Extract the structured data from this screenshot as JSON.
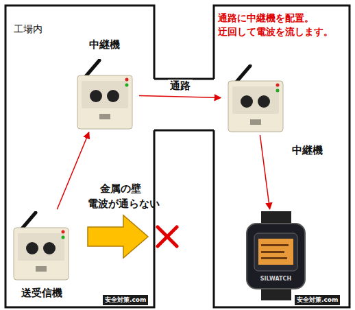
{
  "diagram": {
    "nodes": [
      {
        "text": [
          "中継機"
        ]
      },
      {
        "text": [
          "中継機"
        ]
      },
      {
        "text": [
          "送受信機"
        ]
      },
      {
        "text": [
          "SILWATCH"
        ]
      }
    ],
    "edges": [
      {
        "from": 2,
        "to": 0,
        "arrow": "to"
      },
      {
        "from": 0,
        "to": 1,
        "label": "通路",
        "arrow": "to"
      },
      {
        "from": 1,
        "to": 3,
        "arrow": "to"
      }
    ],
    "labels": [
      "工場内",
      "通路に中継機を配置。",
      "迂回して電波を流します。",
      "金属の壁",
      "電波が通らない",
      "安全対策.com",
      "安全対策.com"
    ]
  }
}
